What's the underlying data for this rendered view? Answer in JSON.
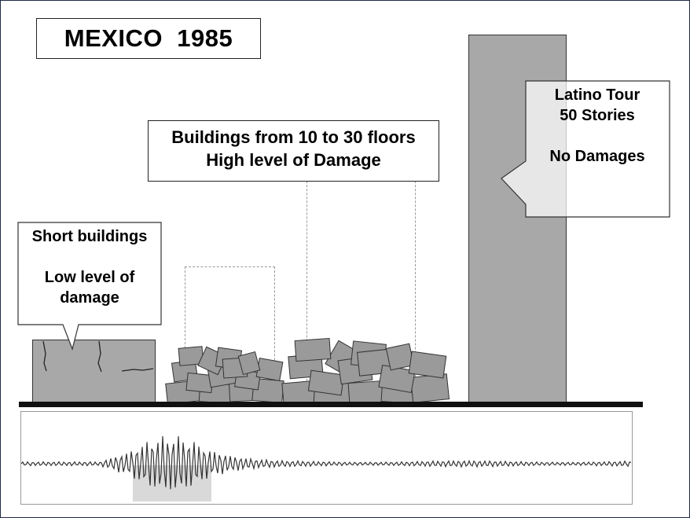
{
  "title": "MEXICO  1985",
  "mid_box": {
    "line1": "Buildings from 10 to 30 floors",
    "line2": "High level of Damage"
  },
  "short_callout": {
    "line1": "Short buildings",
    "line2": "Low level of",
    "line3": "damage"
  },
  "latino_callout": {
    "line1": "Latino Tour",
    "line2": "50 Stories",
    "line3": "No Damages"
  },
  "colors": {
    "building_fill": "#a8a8a8",
    "rubble_fill": "#9a9a9a",
    "outline": "#222222",
    "ground": "#111111",
    "frame": "#1f2a44"
  }
}
